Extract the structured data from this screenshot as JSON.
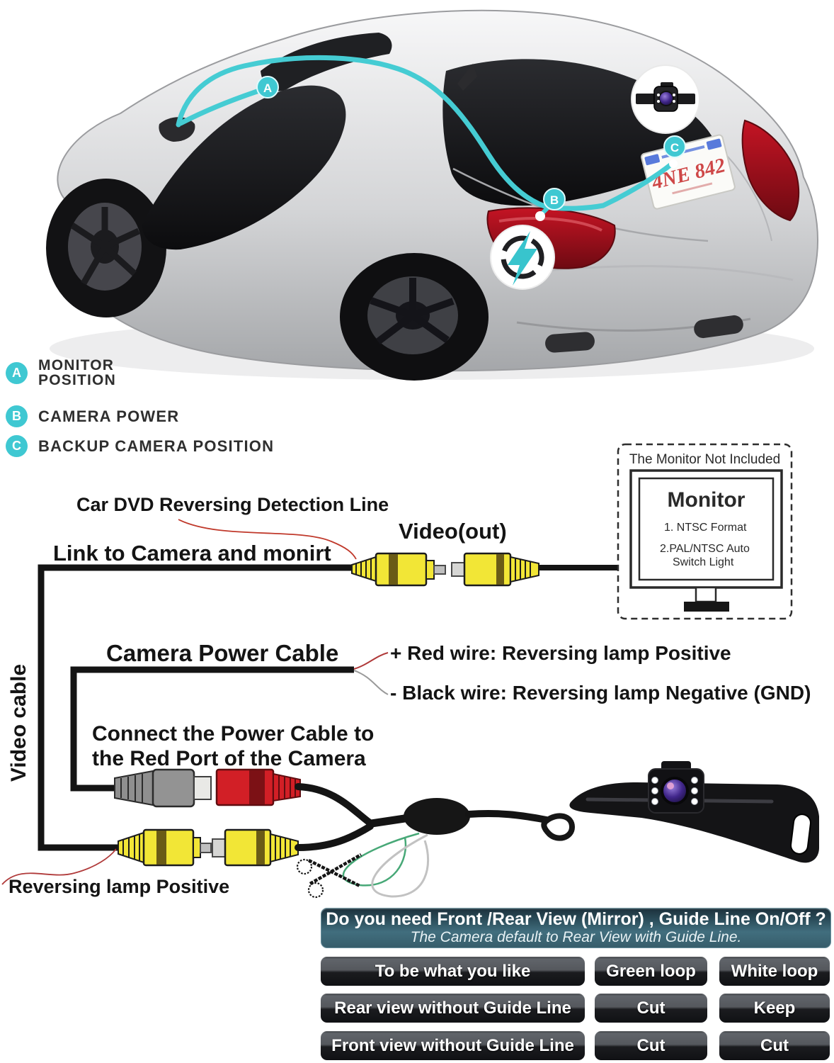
{
  "colors": {
    "accent_cyan": "#3fc8d2",
    "rca_yellow": "#f2e636",
    "power_red": "#d21f26",
    "power_gray": "#939393",
    "wire_green": "#47a877",
    "wire_white": "#c8c8c8",
    "table_header_teal": "#416e7e",
    "button_dark": "#141619",
    "taillight_red": "#a01220"
  },
  "car": {
    "plate_text": "4NE 842",
    "markers": [
      {
        "letter": "A"
      },
      {
        "letter": "B"
      },
      {
        "letter": "C"
      }
    ]
  },
  "legend": {
    "items": [
      {
        "letter": "A",
        "line1": "MONITOR",
        "line2": "POSITION"
      },
      {
        "letter": "B",
        "line1": "CAMERA POWER",
        "line2": ""
      },
      {
        "letter": "C",
        "line1": "BACKUP CAMERA POSITION",
        "line2": ""
      }
    ]
  },
  "diagram": {
    "car_dvd_label": "Car DVD Reversing Detection Line",
    "link_label": "Link to Camera and monirt",
    "video_out_label": "Video(out)",
    "video_cable_label": "Video cable",
    "camera_power_label": "Camera Power Cable",
    "red_wire_label": "+ Red wire: Reversing lamp Positive",
    "black_wire_label": "- Black wire: Reversing lamp Negative (GND)",
    "connect_label_line1": "Connect the Power Cable to",
    "connect_label_line2": "the Red Port of the Camera",
    "reversing_lamp_label": "Reversing lamp Positive",
    "monitor": {
      "not_included": "The Monitor Not Included",
      "title": "Monitor",
      "item1": "1. NTSC Format",
      "item2_line1": "2.PAL/NTSC Auto",
      "item2_line2": "Switch Light"
    }
  },
  "table": {
    "header_line1": "Do you need Front /Rear View (Mirror) , Guide Line On/Off ?",
    "header_line2": "The Camera default to Rear View with Guide Line.",
    "rows": [
      {
        "label": "To be what you like",
        "col2": "Green loop",
        "col3": "White loop"
      },
      {
        "label": "Rear view without Guide Line",
        "col2": "Cut",
        "col3": "Keep"
      },
      {
        "label": "Front view without Guide Line",
        "col2": "Cut",
        "col3": "Cut"
      }
    ]
  }
}
